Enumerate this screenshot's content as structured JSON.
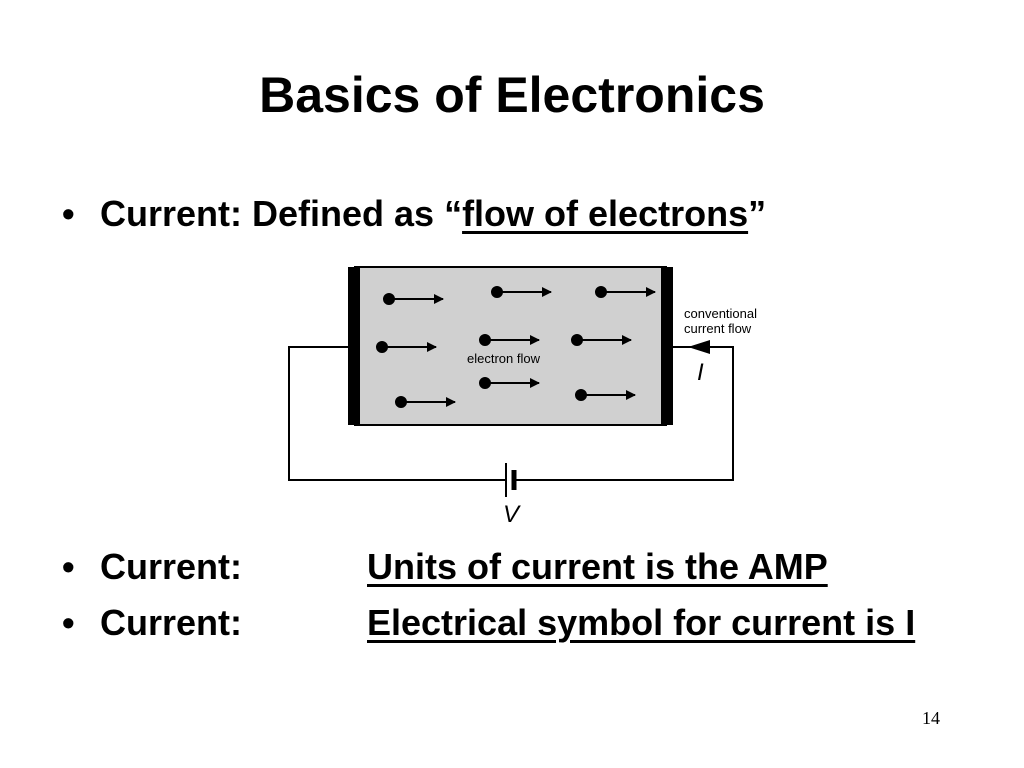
{
  "slide": {
    "title": "Basics of Electronics",
    "bullet_char": "•",
    "bullets": [
      {
        "label": "Current: Defined as ",
        "open_quote": "“",
        "value": "flow of electrons",
        "close_quote": "”"
      },
      {
        "label": "Current:",
        "value": "Units of current is the AMP"
      },
      {
        "label": "Current:",
        "value": "Electrical symbol for current is I"
      }
    ],
    "page_number": "14"
  },
  "diagram": {
    "electron_label": "electron flow",
    "conventional_label_1": "conventional",
    "conventional_label_2": "current flow",
    "current_symbol": "I",
    "voltage_symbol": "V",
    "conductor_fill": "#d0d0d0"
  }
}
